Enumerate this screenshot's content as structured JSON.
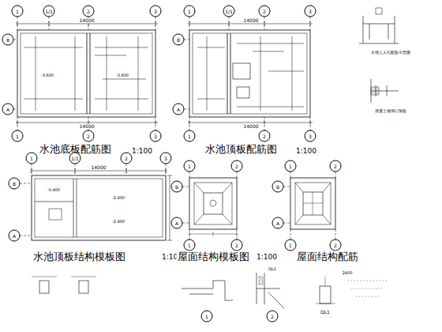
{
  "diagram": {
    "labels": [
      "1",
      "1/1",
      "2",
      "3",
      "14000",
      "A",
      "B",
      "-3.600",
      "-3.600",
      "14000",
      "1",
      "2",
      "3",
      "水池底板配筋图",
      "1:100",
      "1",
      "1/1",
      "2",
      "3",
      "14000",
      "A",
      "B",
      "14000",
      "1",
      "2",
      "3",
      "水池顶板配筋图",
      "1:100",
      "水池上人孔配筋示意图",
      "混凝土墙洞口加筋",
      "1",
      "1/1",
      "2",
      "3",
      "14000",
      "A",
      "B",
      "-0.400",
      "-2.400",
      "-2.400",
      "水池顶板结构模板图",
      "1:100",
      "1",
      "2",
      "A",
      "B",
      "1",
      "2",
      "屋面结构模板图",
      "1:100",
      "1",
      "2",
      "A",
      "B",
      "1",
      "2",
      "屋面结构配筋",
      "1",
      "2",
      "QL1",
      "QL1",
      "2400"
    ]
  }
}
